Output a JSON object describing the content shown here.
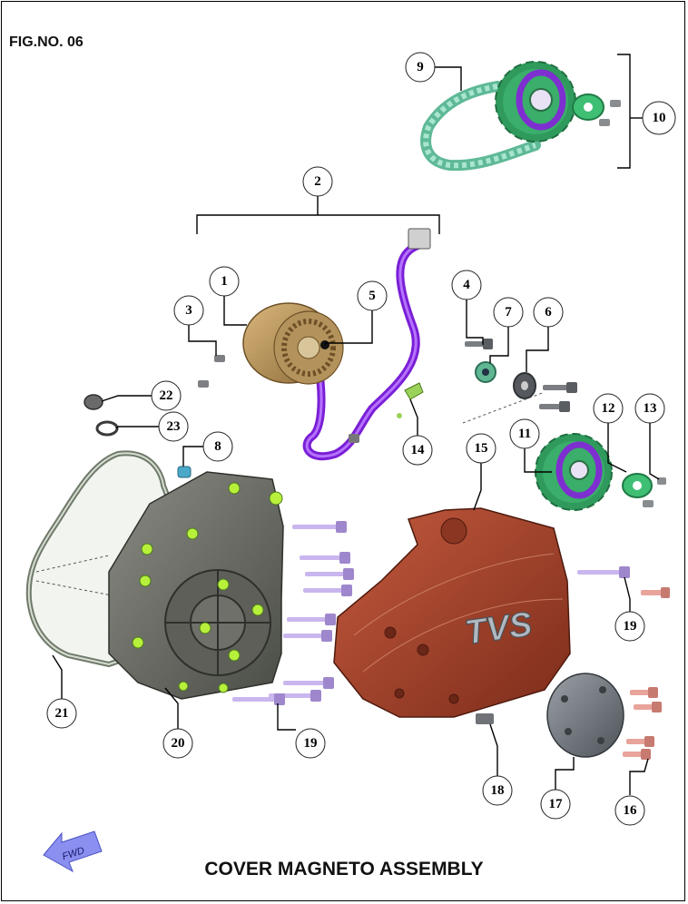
{
  "figure_number": "FIG.NO. 06",
  "title": "COVER MAGNETO ASSEMBLY",
  "fwd_label": "FWD",
  "brand_text": "TVS",
  "callouts": [
    "1",
    "2",
    "3",
    "4",
    "5",
    "6",
    "7",
    "8",
    "9",
    "10",
    "11",
    "12",
    "13",
    "14",
    "15",
    "16",
    "17",
    "18",
    "19",
    "19",
    "20",
    "21",
    "22",
    "23"
  ],
  "colors": {
    "chain": "#7fd1b5",
    "sprocket": "#3aa86a",
    "seal_purple": "#8a3fd1",
    "harness": "#9b30ff",
    "stator": "#b8935a",
    "cover_gray": "#6b6d66",
    "cover_red": "#a8432c",
    "bolt_lilac": "#b9a3e0",
    "bolt_pink": "#e8a39a",
    "bolt_gray": "#8a8a8a",
    "clamp_green": "#8fd24a",
    "fwd_arrow": "#8a8ff0"
  }
}
